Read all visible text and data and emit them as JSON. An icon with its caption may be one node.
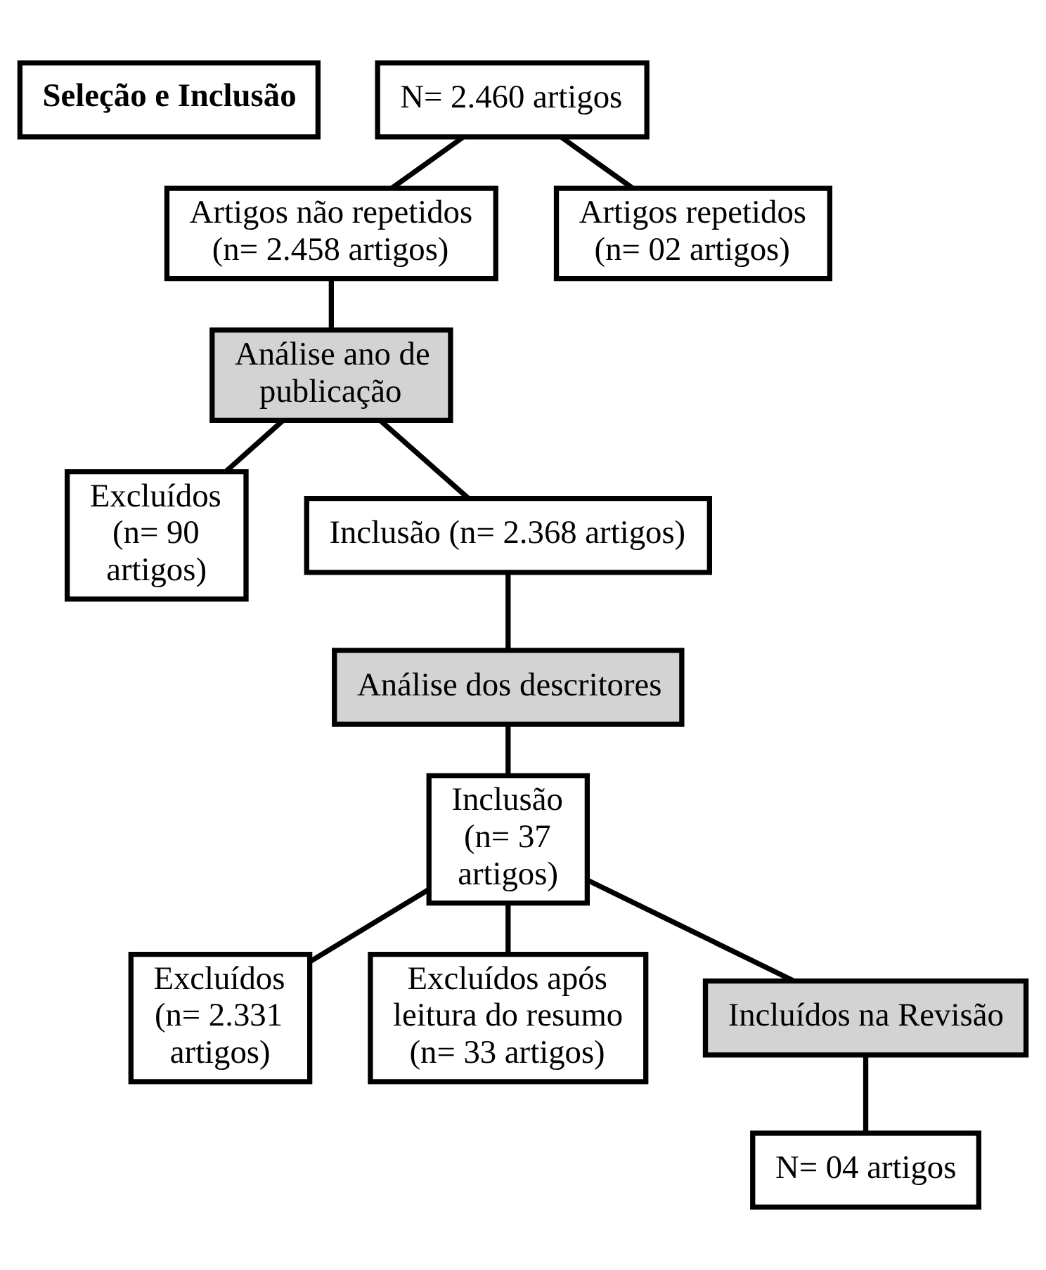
{
  "diagram": {
    "nodes": [
      {
        "text": [
          "Seleção e Inclusão"
        ]
      },
      {
        "text": [
          "N= 2.460 artigos"
        ]
      },
      {
        "text": [
          "Artigos não repetidos (n= 2.458 artigos)"
        ]
      },
      {
        "text": [
          "Artigos repetidos (n= 02 artigos)"
        ]
      },
      {
        "text": [
          "Análise ano de publicação"
        ]
      },
      {
        "text": [
          "Excluídos (n= 90 artigos)"
        ]
      },
      {
        "text": [
          "Inclusão (n= 2.368 artigos)"
        ]
      },
      {
        "text": [
          "Análise dos descritores"
        ]
      },
      {
        "text": [
          "Inclusão (n= 37 artigos)"
        ]
      },
      {
        "text": [
          "Excluídos (n= 2.331 artigos)"
        ]
      },
      {
        "text": [
          "Excluídos após leitura do resumo (n= 33 artigos)"
        ]
      },
      {
        "text": [
          "Incluídos na Revisão"
        ]
      },
      {
        "text": [
          "N= 04 artigos"
        ]
      }
    ],
    "edges": [
      {
        "from": 1,
        "to": 2,
        "arrow": "none"
      },
      {
        "from": 1,
        "to": 3,
        "arrow": "none"
      },
      {
        "from": 2,
        "to": 4,
        "arrow": "none"
      },
      {
        "from": 4,
        "to": 5,
        "arrow": "none"
      },
      {
        "from": 4,
        "to": 6,
        "arrow": "none"
      },
      {
        "from": 6,
        "to": 7,
        "arrow": "none"
      },
      {
        "from": 7,
        "to": 8,
        "arrow": "none"
      },
      {
        "from": 8,
        "to": 9,
        "arrow": "none"
      },
      {
        "from": 8,
        "to": 10,
        "arrow": "none"
      },
      {
        "from": 8,
        "to": 11,
        "arrow": "none"
      },
      {
        "from": 11,
        "to": 12,
        "arrow": "none"
      }
    ]
  }
}
